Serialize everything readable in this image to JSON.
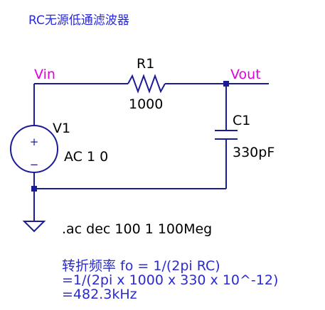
{
  "title": "RC无源低通滤波器",
  "nets": {
    "input": "Vin",
    "output": "Vout"
  },
  "components": {
    "resistor": {
      "ref": "R1",
      "value": "1000"
    },
    "capacitor": {
      "ref": "C1",
      "value": "330pF"
    },
    "source": {
      "ref": "V1",
      "value": "AC 1 0",
      "plus": "+",
      "minus": "−"
    }
  },
  "directive": ".ac dec 100 1 100Meg",
  "comment": {
    "line1": "转折频率 fo = 1/(2pi RC)",
    "line2": "=1/(2pi x 1000 x 330 x 10^-12)",
    "line3": "=482.3kHz"
  },
  "colors": {
    "wire": "#1b1b98",
    "net_label": "#e000e0",
    "comment_text": "#2a2ad0",
    "component_text": "#000000"
  }
}
